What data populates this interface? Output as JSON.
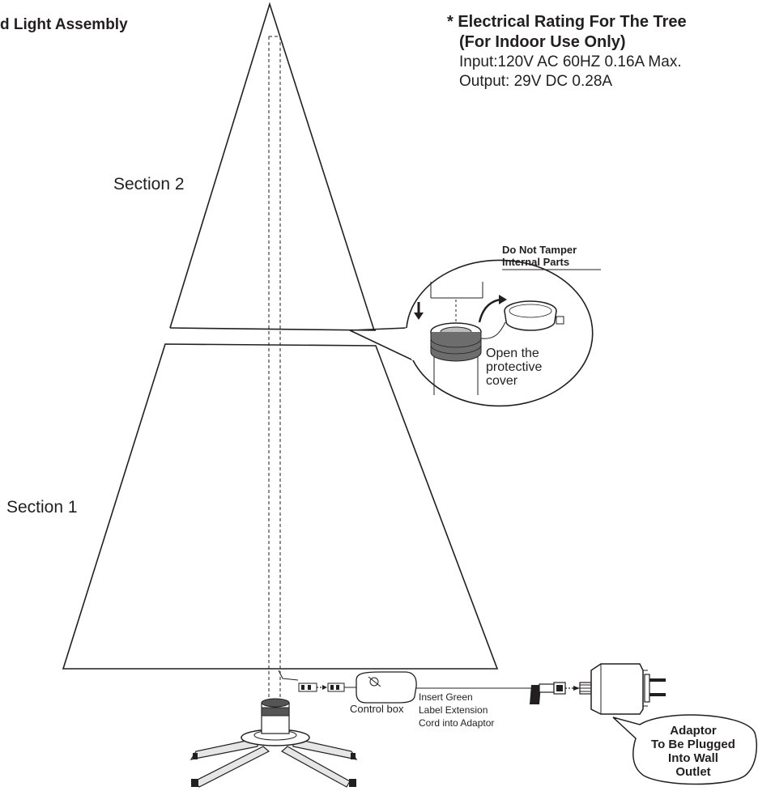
{
  "header": {
    "title_fragment": "d Light Assembly"
  },
  "rating": {
    "heading_line1": "* Electrical Rating For The Tree",
    "heading_line2": "(For Indoor Use Only)",
    "input": "Input:120V  AC  60HZ  0.16A Max.",
    "output": "Output: 29V DC 0.28A"
  },
  "sections": {
    "upper": "Section 2",
    "lower": "Section 1"
  },
  "callout": {
    "warning_line1": "Do Not Tamper",
    "warning_line2": "Internal Parts",
    "cover_line1": "Open the",
    "cover_line2": "protective",
    "cover_line3": "cover"
  },
  "wiring": {
    "control_box": "Control box",
    "insert_line1": "Insert Green",
    "insert_line2": "Label Extension",
    "insert_line3": "Cord into Adaptor"
  },
  "adaptor_bubble": {
    "line1": "Adaptor",
    "line2": "To Be Plugged",
    "line3": "Into Wall",
    "line4": "Outlet"
  },
  "icons": [
    "arrow-down-icon",
    "curved-arrow-icon",
    "plug-icon",
    "adaptor-icon",
    "control-box-icon",
    "stand-icon"
  ]
}
